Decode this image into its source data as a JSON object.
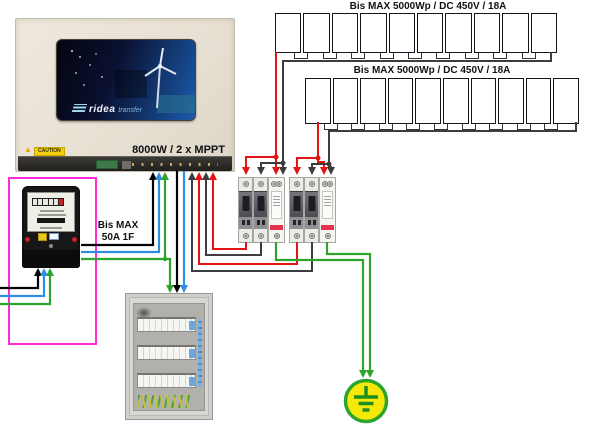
{
  "array1": {
    "label": "Bis MAX 5000Wp / DC 450V / 18A",
    "panel_count": 10
  },
  "array2": {
    "label": "Bis MAX 5000Wp / DC 450V / 18A",
    "panel_count": 10
  },
  "inverter": {
    "rating": "8000W / 2 x MPPT",
    "caution_label": "CAUTION",
    "brand_part1": "ridea",
    "brand_part2": "transfer"
  },
  "meter": {
    "label_line1": "Bis MAX",
    "label_line2": "50A 1F"
  },
  "colors": {
    "dc_positive": "#e51313",
    "dc_negative": "#3d3d3d",
    "ac_line": "#000000",
    "ac_neutral": "#2e8fe0",
    "earth_green": "#2da52d",
    "meter_box": "#ff2bd6",
    "ground_fill": "#f6e90a",
    "panel_blue": "#23233a"
  }
}
